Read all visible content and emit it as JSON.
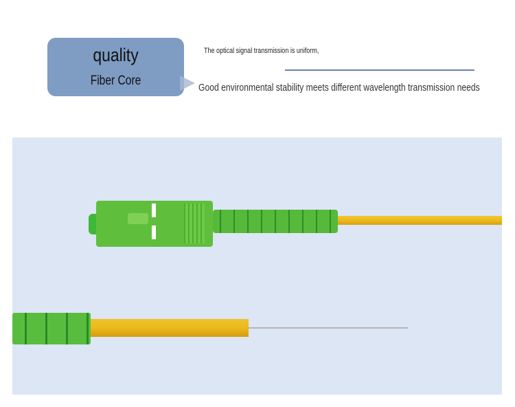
{
  "callout": {
    "title": "quality",
    "subtitle": "Fiber Core",
    "bg_color": "#7f9cc3"
  },
  "description": {
    "line1": "The optical signal transmission is uniform,",
    "line2": "Good environmental stability meets different wavelength transmission needs",
    "divider_color": "#6b7db8"
  },
  "product_image": {
    "background": "#dce6f4",
    "items": [
      {
        "name": "SC/APC green connector with yellow fiber cable"
      },
      {
        "name": "Stripped fiber showing yellow jacket and bare core"
      }
    ]
  }
}
